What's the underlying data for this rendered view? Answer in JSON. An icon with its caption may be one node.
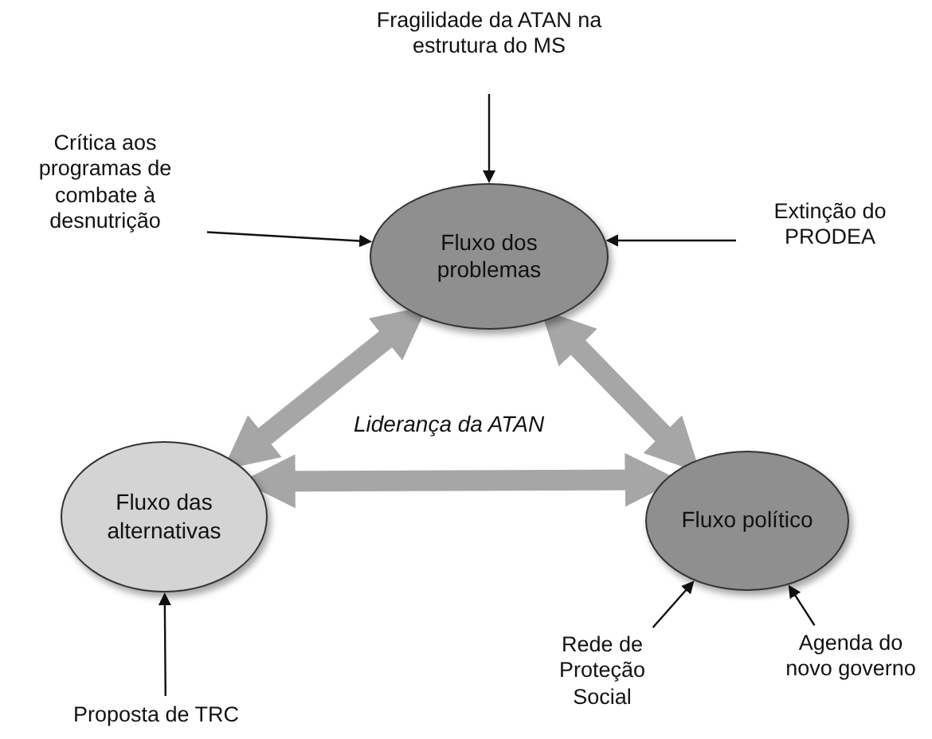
{
  "diagram": {
    "nodes": [
      {
        "text": [
          "Fluxo dos problemas"
        ]
      },
      {
        "text": [
          "Fluxo das alternativas"
        ]
      },
      {
        "text": [
          "Fluxo político"
        ]
      },
      {
        "text": [
          "Fragilidade da ATAN na estrutura do MS"
        ]
      },
      {
        "text": [
          "Crítica aos programas de combate à desnutrição"
        ]
      },
      {
        "text": [
          "Extinção do PRODEA"
        ]
      },
      {
        "text": [
          "Proposta de TRC"
        ]
      },
      {
        "text": [
          "Rede de Proteção Social"
        ]
      },
      {
        "text": [
          "Agenda do novo governo"
        ]
      }
    ],
    "edges": [
      {
        "from": 3,
        "to": 0,
        "arrow": "to"
      },
      {
        "from": 4,
        "to": 0,
        "arrow": "to"
      },
      {
        "from": 5,
        "to": 0,
        "arrow": "to"
      },
      {
        "from": 0,
        "to": 1,
        "arrow": "both",
        "style": "thick",
        "color": "#a6a6a6"
      },
      {
        "from": 0,
        "to": 2,
        "arrow": "both",
        "style": "thick",
        "color": "#a6a6a6"
      },
      {
        "from": 1,
        "to": 2,
        "arrow": "both",
        "style": "thick",
        "color": "#a6a6a6"
      },
      {
        "from": 6,
        "to": 1,
        "arrow": "to"
      },
      {
        "from": 7,
        "to": 2,
        "arrow": "to"
      },
      {
        "from": 8,
        "to": 2,
        "arrow": "to"
      }
    ],
    "labels": [
      "Liderança da ATAN"
    ]
  }
}
